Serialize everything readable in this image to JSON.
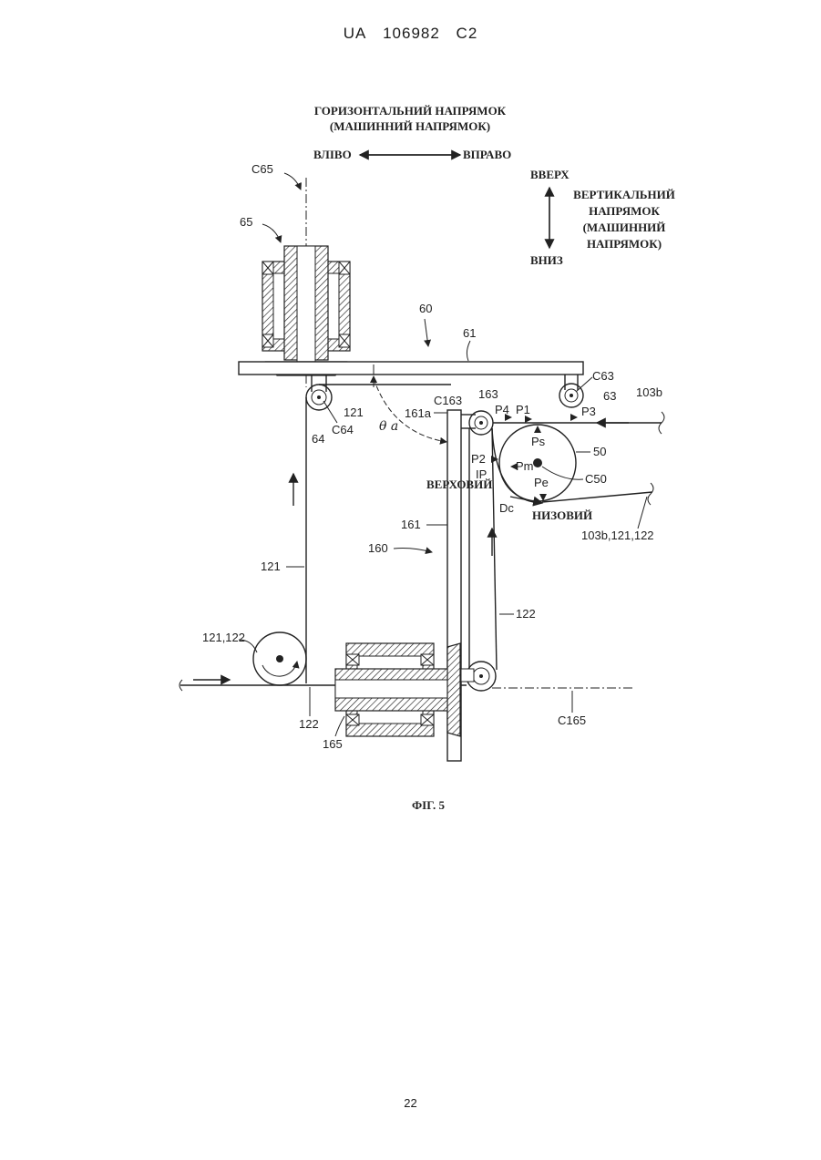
{
  "header": {
    "country": "UA",
    "number": "106982",
    "kind": "C2"
  },
  "page_number": "22",
  "figure": {
    "caption": "ФІГ. 5",
    "direction_labels": {
      "horizontal_line1": "ГОРИЗОНТАЛЬНИЙ НАПРЯМОК",
      "horizontal_line2": "(МАШИННИЙ НАПРЯМОК)",
      "left": "ВЛІВО",
      "right": "ВПРАВО",
      "up": "ВВЕРХ",
      "down": "ВНИЗ",
      "vertical_line1": "ВЕРТИКАЛЬНИЙ",
      "vertical_line2": "НАПРЯМОК",
      "vertical_line3": "(МАШИННИЙ",
      "vertical_line4": "НАПРЯМОК)"
    },
    "part_labels": {
      "c65": "C65",
      "n65": "65",
      "n60": "60",
      "n61": "61",
      "c63": "C63",
      "n63": "63",
      "n103b": "103b",
      "n121_top": "121",
      "c163": "C163",
      "n163": "163",
      "p4": "P4",
      "p1": "P1",
      "p3": "P3",
      "n161a": "161a",
      "theta": "θ a",
      "c64": "C64",
      "n64": "64",
      "ps": "Ps",
      "n50": "50",
      "p2": "P2",
      "ip": "IP",
      "pm": "Pm",
      "pe": "Pe",
      "c50": "C50",
      "upstream": "ВЕРХОВИЙ",
      "dc": "Dc",
      "downstream": "НИЗОВИЙ",
      "n161": "161",
      "n160": "160",
      "n103b_group": "103b,121,122",
      "n121_left": "121",
      "n122_right": "122",
      "n121_122": "121,122",
      "n122_bottom": "122",
      "n165": "165",
      "c165": "C165"
    }
  }
}
